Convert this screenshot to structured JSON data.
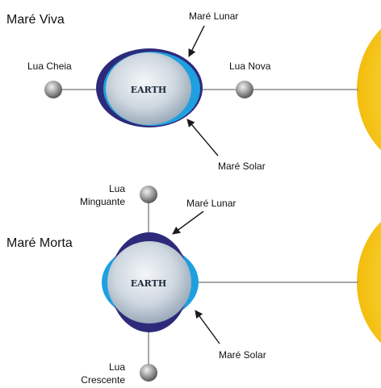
{
  "panels": {
    "spring": {
      "title": "Maré Viva",
      "earth_label": "EARTH",
      "lunar_tide_label": "Maré Lunar",
      "solar_tide_label": "Maré Solar",
      "moon_left_label": "Lua Cheia",
      "moon_right_label": "Lua Nova"
    },
    "neap": {
      "title": "Maré Morta",
      "earth_label": "EARTH",
      "lunar_tide_label": "Maré Lunar",
      "solar_tide_label": "Maré Solar",
      "moon_top_label_line1": "Lua",
      "moon_top_label_line2": "Minguante",
      "moon_bottom_label_line1": "Lua",
      "moon_bottom_label_line2": "Crescente"
    }
  },
  "colors": {
    "lunar_bulge": "#2e2a7a",
    "solar_bulge": "#1ea0e0",
    "sun": "#f7d21a",
    "moon": "#7a7a7a",
    "line": "#8c8c8c"
  },
  "icons": {
    "earth": "earth-icon",
    "moon": "moon-icon",
    "sun": "sun-icon"
  }
}
